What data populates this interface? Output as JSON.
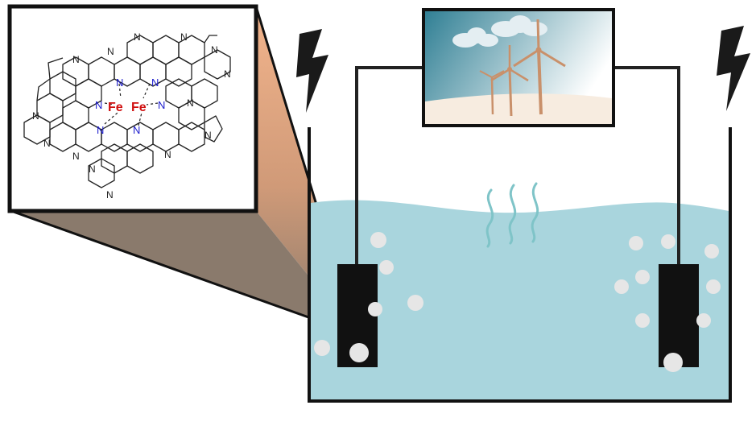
{
  "scene": {
    "colors": {
      "water": "#a9d5dd",
      "wire": "#222222",
      "electrode": "#111111",
      "bubble": "#e6e6e6",
      "bolt": "#1a1a1a",
      "zoom_funnel_light": "#f2b48c",
      "zoom_funnel_dark": "#8a7a6c",
      "sky_left": "#2e7e93",
      "sky_right": "#ffffff",
      "turbine": "#c9906a",
      "steam": "#7fc4c8",
      "nitrogen": "#1a1acc",
      "iron": "#d01010"
    },
    "icons": [
      "lightning-bolt-icon",
      "wind-turbine-icon",
      "cloud-icon",
      "bubble-icon",
      "steam-icon"
    ]
  },
  "molecule": {
    "center_atoms": [
      "Fe",
      "Fe"
    ],
    "coordinating_atom": "N",
    "ring_atom": "N"
  }
}
